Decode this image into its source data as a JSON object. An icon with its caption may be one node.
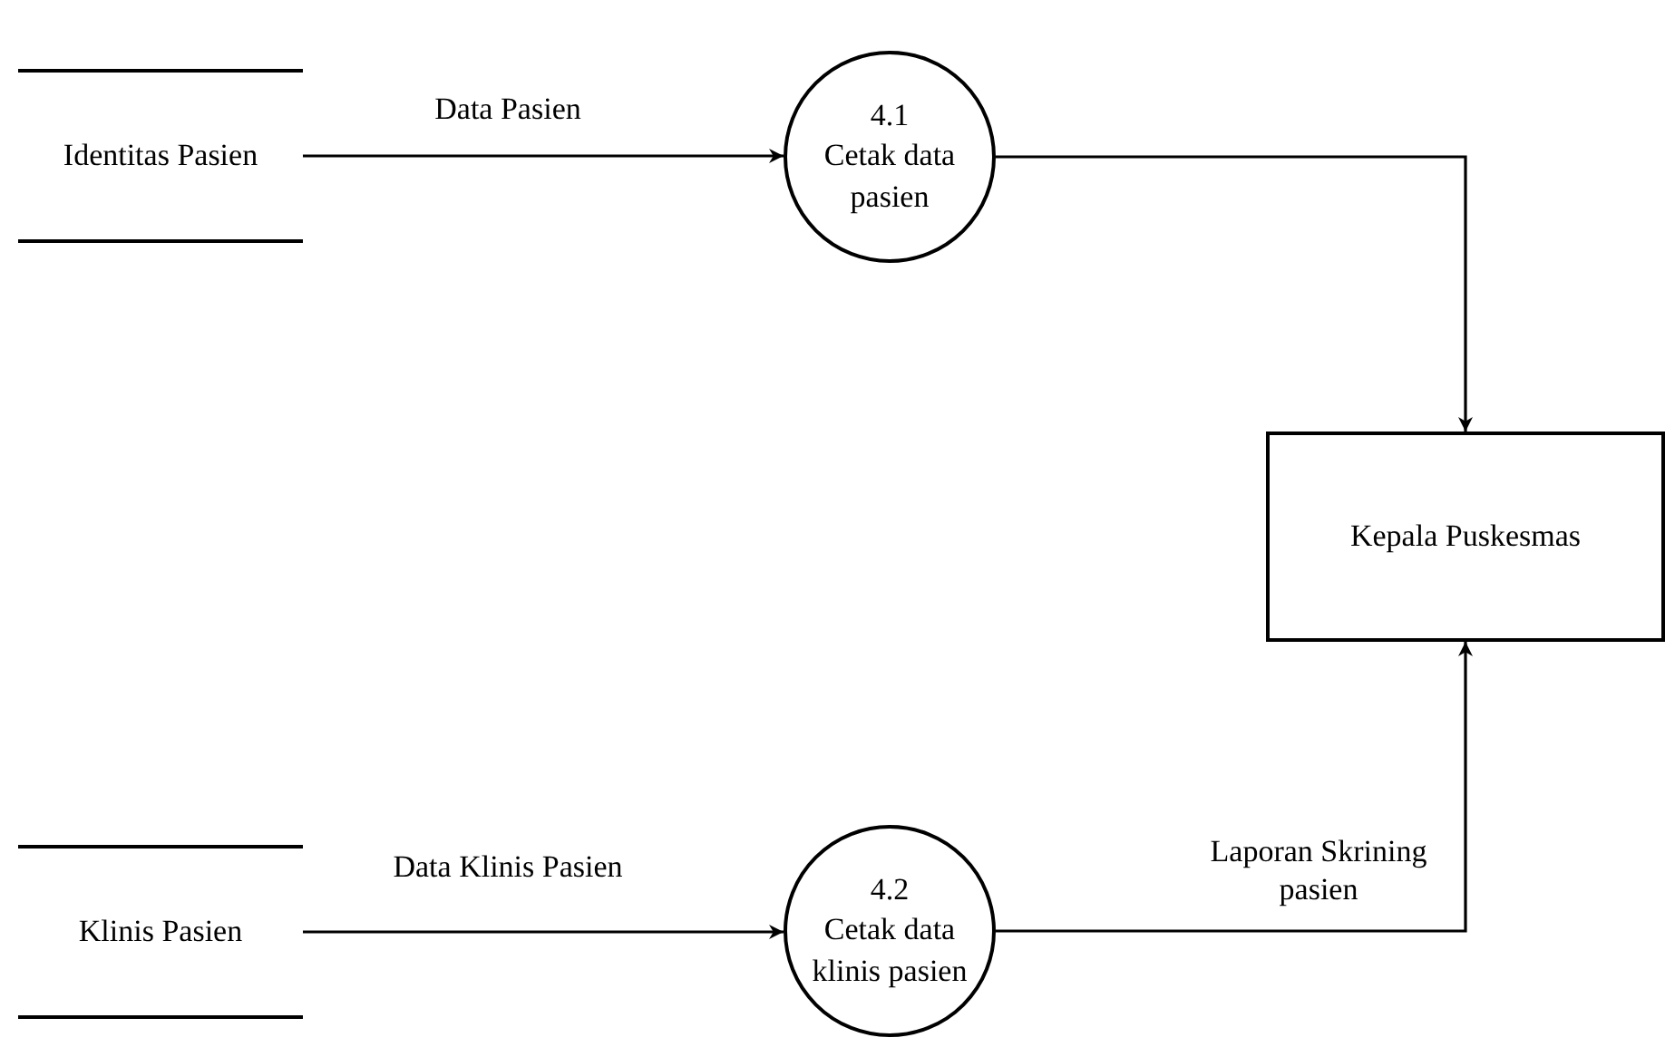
{
  "diagram": {
    "nodes": [
      {
        "text": [
          "Identitas Pasien"
        ]
      },
      {
        "text": [
          "4.1",
          "Cetak data pasien"
        ]
      },
      {
        "text": [
          "Kepala Puskesmas"
        ]
      },
      {
        "text": [
          "Klinis Pasien"
        ]
      },
      {
        "text": [
          "4.2",
          "Cetak data klinis pasien"
        ]
      }
    ],
    "edges": [
      {
        "from": 0,
        "to": 1,
        "arrow": "to",
        "label": "Data Pasien"
      },
      {
        "from": 1,
        "to": 2,
        "arrow": "to"
      },
      {
        "from": 3,
        "to": 4,
        "arrow": "to",
        "label": "Data Klinis Pasien"
      },
      {
        "from": 4,
        "to": 2,
        "arrow": "to",
        "label": "Laporan Skrining pasien"
      }
    ]
  }
}
